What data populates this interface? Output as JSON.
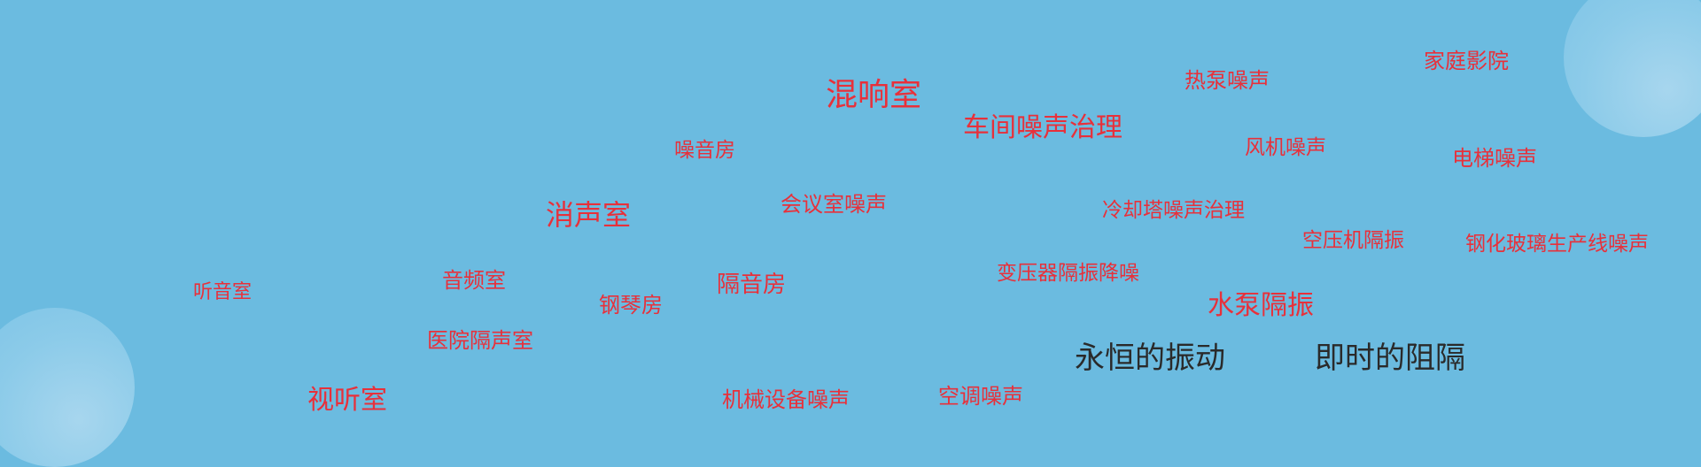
{
  "cloud": {
    "hunxiangshi": "混响室",
    "rebeng": "热泵噪声",
    "jiating": "家庭影院",
    "chejian": "车间噪声治理",
    "zaoyinfang": "噪音房",
    "fengji": "风机噪声",
    "dianti": "电梯噪声",
    "xiaosheng": "消声室",
    "huiyishi": "会议室噪声",
    "lengque": "冷却塔噪声治理",
    "kongya": "空压机隔振",
    "gangHua": "钢化玻璃生产线噪声",
    "tingyin": "听音室",
    "yinpin": "音频室",
    "gangqin": "钢琴房",
    "geyinfang": "隔音房",
    "bianyaqi": "变压器隔振降噪",
    "shuibeng": "水泵隔振",
    "yiyuan": "医院隔声室",
    "shiting": "视听室",
    "jixie": "机械设备噪声",
    "kongtiao": "空调噪声"
  },
  "slogan": {
    "left": "永恒的振动",
    "right": "即时的阻隔"
  },
  "colors": {
    "background": "#6bbbe0",
    "keyword": "#e8303a",
    "slogan": "#2a2a2a"
  }
}
